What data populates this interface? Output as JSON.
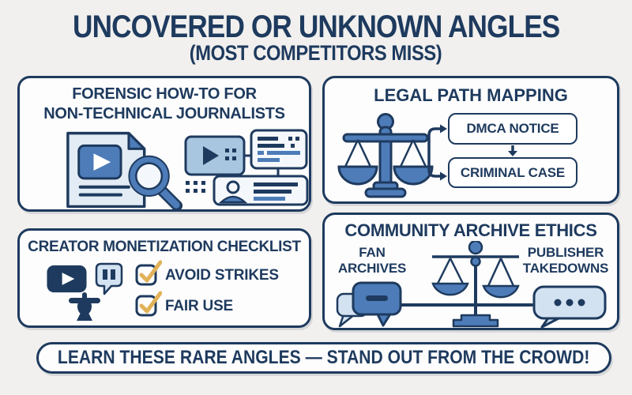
{
  "header": {
    "title": "UNCOVERED OR UNKNOWN ANGLES",
    "subtitle": "(MOST COMPETITORS MISS)"
  },
  "panels": {
    "forensic": {
      "title_line1": "FORENSIC HOW-TO FOR",
      "title_line2": "NON-TECHNICAL JOURNALISTS",
      "icons": [
        "document-video-magnifier-icon",
        "video-metadata-cards-icon"
      ]
    },
    "legal": {
      "title": "LEGAL PATH MAPPING",
      "icon": "scales-of-justice-icon",
      "flow_boxes": [
        "DMCA NOTICE",
        "CRIMINAL CASE"
      ]
    },
    "creator": {
      "title": "CREATOR MONETIZATION CHECKLIST",
      "icons": [
        "youtube-play-icon",
        "twitch-chat-icon",
        "mic-stand-icon"
      ],
      "checklist": [
        "AVOID STRIKES",
        "FAIR USE"
      ]
    },
    "community": {
      "title": "COMMUNITY ARCHIVE ETHICS",
      "left_label_line1": "FAN",
      "left_label_line2": "ARCHIVES",
      "right_label_line1": "PUBLISHER",
      "right_label_line2": "TAKEDOWNS",
      "icons": [
        "chat-bubbles-icon",
        "balance-scale-icon",
        "ellipsis-bubble-icon"
      ]
    }
  },
  "banner": {
    "text": "LEARN THESE RARE ANGLES — STAND OUT FROM THE CROWD!"
  },
  "colors": {
    "navy": "#1e3a5e",
    "blue": "#4d7cb8",
    "bluegray": "#a9c6e0",
    "lightblue": "#d3e2f1",
    "paper": "#e3ecf5",
    "gold": "#e2b258",
    "bg": "#f1f0ee",
    "panelbg": "#fdfdfd"
  }
}
